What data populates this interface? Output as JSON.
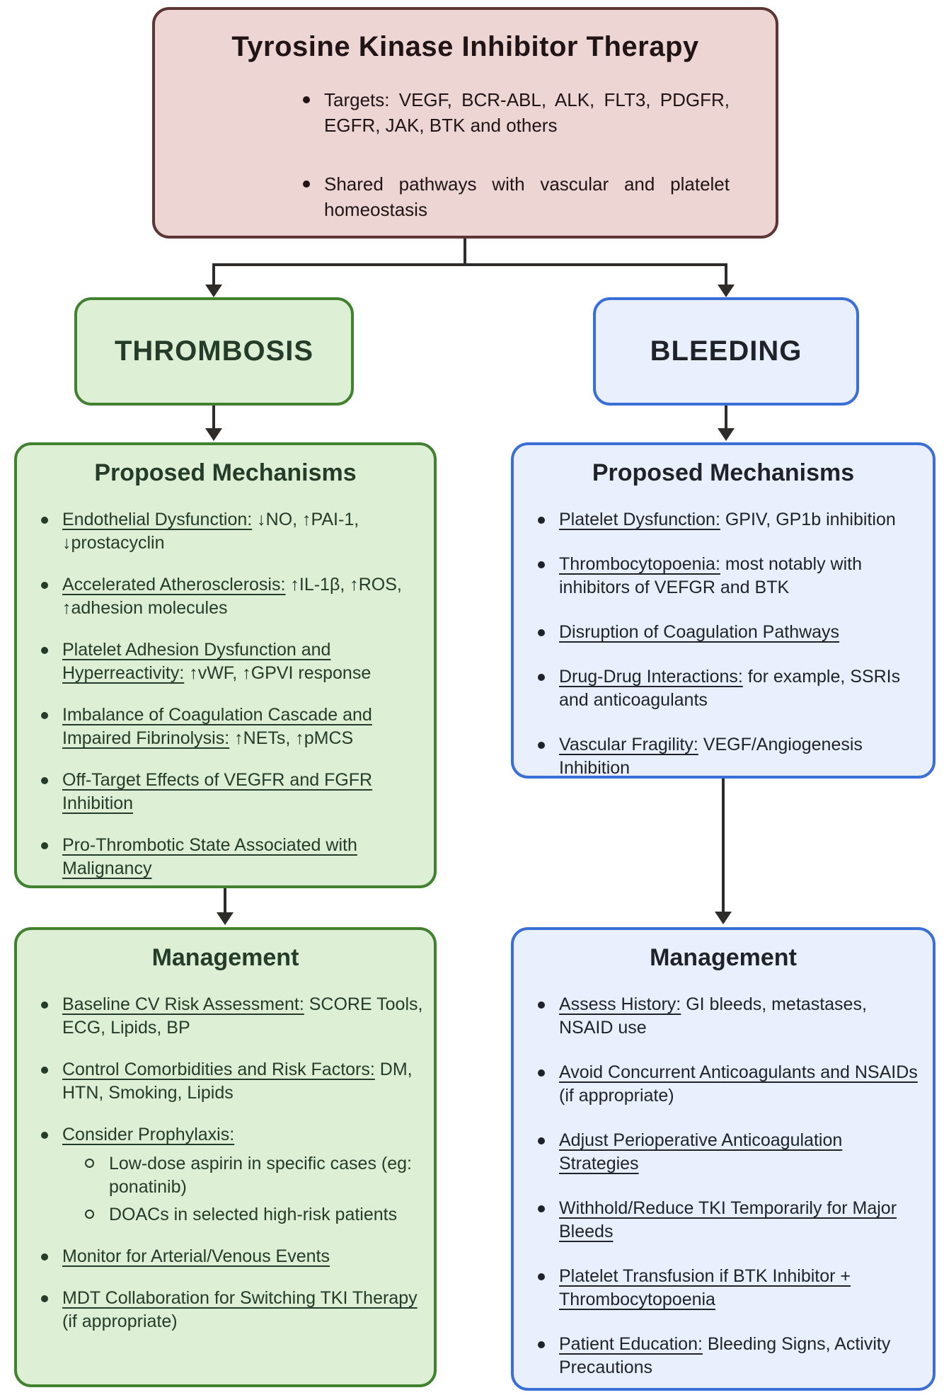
{
  "top_box": {
    "title": "Tyrosine Kinase Inhibitor Therapy",
    "bullets": [
      {
        "line1": "Targets: VEGF, BCR-ABL, ALK, FLT3, PDGFR,",
        "line2": "EGFR, JAK, BTK and others"
      },
      {
        "line1": "Shared pathways with vascular and platelet",
        "line2": "homeostasis"
      }
    ]
  },
  "branch_labels": {
    "thrombosis": "THROMBOSIS",
    "bleeding": "BLEEDING"
  },
  "thrombosis_mechanisms": {
    "title": "Proposed Mechanisms",
    "items": [
      {
        "lead": "Endothelial Dysfunction:",
        "rest": " ↓NO, ↑PAI-1, ↓prostacyclin"
      },
      {
        "lead": "Accelerated Atherosclerosis:",
        "rest": " ↑IL-1β, ↑ROS, ↑adhesion molecules"
      },
      {
        "lead": "Platelet Adhesion Dysfunction and Hyperreactivity:",
        "rest": " ↑vWF, ↑GPVI response"
      },
      {
        "lead": "Imbalance of Coagulation Cascade and Impaired Fibrinolysis:",
        "rest": " ↑NETs, ↑pMCS"
      },
      {
        "lead": "Off-Target Effects of VEGFR and FGFR Inhibition",
        "rest": ""
      },
      {
        "lead": "Pro-Thrombotic State Associated with Malignancy",
        "rest": ""
      }
    ]
  },
  "bleeding_mechanisms": {
    "title": "Proposed Mechanisms",
    "items": [
      {
        "lead": "Platelet Dysfunction:",
        "rest": " GPIV, GP1b inhibition"
      },
      {
        "lead": "Thrombocytopoenia:",
        "rest": " most notably with inhibitors of VEFGR and BTK"
      },
      {
        "lead": "Disruption of Coagulation Pathways",
        "rest": ""
      },
      {
        "lead": "Drug-Drug Interactions:",
        "rest": " for example, SSRIs and anticoagulants"
      },
      {
        "lead": "Vascular Fragility:",
        "rest": " VEGF/Angiogenesis Inhibition"
      }
    ]
  },
  "thrombosis_management": {
    "title": "Management",
    "items": [
      {
        "lead": "Baseline CV Risk Assessment:",
        "rest": " SCORE Tools, ECG, Lipids, BP"
      },
      {
        "lead": "Control Comorbidities and Risk Factors:",
        "rest": " DM, HTN, Smoking, Lipids"
      },
      {
        "lead": "Consider Prophylaxis:",
        "rest": "",
        "sub": [
          "Low-dose aspirin in specific cases (eg: ponatinib)",
          "DOACs in selected high-risk patients"
        ]
      },
      {
        "lead": "Monitor for Arterial/Venous Events",
        "rest": ""
      },
      {
        "lead": "MDT Collaboration for Switching TKI Therapy",
        "rest": " (if appropriate)"
      }
    ]
  },
  "bleeding_management": {
    "title": "Management",
    "items": [
      {
        "lead": "Assess History:",
        "rest": " GI bleeds, metastases, NSAID use"
      },
      {
        "lead": "Avoid Concurrent Anticoagulants and NSAIDs",
        "rest": " (if appropriate)"
      },
      {
        "lead": "Adjust Perioperative Anticoagulation Strategies",
        "rest": ""
      },
      {
        "lead": "Withhold/Reduce TKI Temporarily for Major Bleeds",
        "rest": ""
      },
      {
        "lead": "Platelet Transfusion if BTK Inhibitor + Thrombocytopoenia",
        "rest": ""
      },
      {
        "lead": "Patient Education:",
        "rest": " Bleeding Signs, Activity Precautions"
      }
    ]
  },
  "palette": {
    "pink_fill": "#ecd5d2",
    "pink_border": "#5d3534",
    "green_fill": "#ddefd5",
    "green_border": "#41812f",
    "blue_fill": "#e9effc",
    "blue_border": "#3a6fd8",
    "arrow": "#2e2b2b"
  }
}
